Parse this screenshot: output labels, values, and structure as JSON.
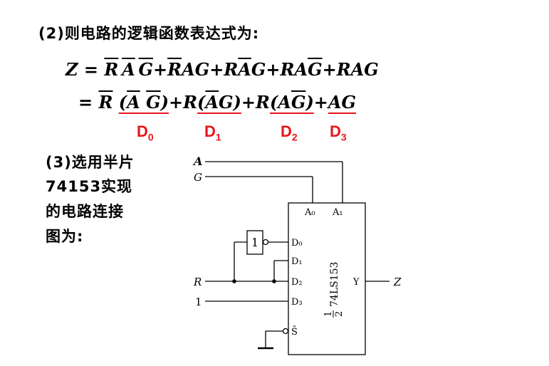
{
  "step2": {
    "heading_prefix": "(2)",
    "heading_text": "则电路的逻辑函数表达式为:"
  },
  "expression": {
    "line1": {
      "lhs": "Z =",
      "terms": [
        {
          "letters": [
            {
              "ch": "R",
              "bar": true
            },
            {
              "ch": "A",
              "bar": true
            },
            {
              "ch": "G",
              "bar": true
            }
          ]
        },
        {
          "letters": [
            {
              "ch": "R",
              "bar": true
            },
            {
              "ch": "A",
              "bar": false
            },
            {
              "ch": "G",
              "bar": false
            }
          ]
        },
        {
          "letters": [
            {
              "ch": "R",
              "bar": false
            },
            {
              "ch": "A",
              "bar": true
            },
            {
              "ch": "G",
              "bar": false
            }
          ]
        },
        {
          "letters": [
            {
              "ch": "R",
              "bar": false
            },
            {
              "ch": "A",
              "bar": false
            },
            {
              "ch": "G",
              "bar": true
            }
          ]
        },
        {
          "letters": [
            {
              "ch": "R",
              "bar": false
            },
            {
              "ch": "A",
              "bar": false
            },
            {
              "ch": "G",
              "bar": false
            }
          ]
        }
      ],
      "plus": "+"
    },
    "line2": {
      "eq": "=",
      "t0": {
        "prefix": "R",
        "prefix_bar": true,
        "inner": "(A G)",
        "inner_bars": "A,G"
      },
      "t1": {
        "prefix": "R(",
        "a": "A",
        "a_bar": true,
        "g": "G",
        "close": ")"
      },
      "t2": {
        "prefix": "R(",
        "a": "A",
        "g": "G",
        "g_bar": true,
        "close": ")"
      },
      "t3": {
        "text": "AG"
      },
      "plus": "+"
    }
  },
  "data_labels": [
    {
      "base": "D",
      "sub": "0"
    },
    {
      "base": "D",
      "sub": "1"
    },
    {
      "base": "D",
      "sub": "2"
    },
    {
      "base": "D",
      "sub": "3"
    }
  ],
  "step3": {
    "line1": "(3)选用半片",
    "line2": "74153实现",
    "line3": "的电路连接",
    "line4": "图为:"
  },
  "circuit": {
    "input_a": "A",
    "input_g": "G",
    "input_r": "R",
    "input_one": "1",
    "output_z": "Z",
    "chip_name": "74LS153",
    "chip_fraction_num": "1",
    "chip_fraction_den": "2",
    "pin_a0": "A₀",
    "pin_a1": "A₁",
    "pin_d0": "D₀",
    "pin_d1": "D₁",
    "pin_d2": "D₂",
    "pin_d3": "D₃",
    "pin_s": "S̄",
    "pin_y": "Y",
    "inverter_label": "1"
  },
  "colors": {
    "text": "#000000",
    "accent_red": "#e8141b",
    "background": "#ffffff"
  }
}
